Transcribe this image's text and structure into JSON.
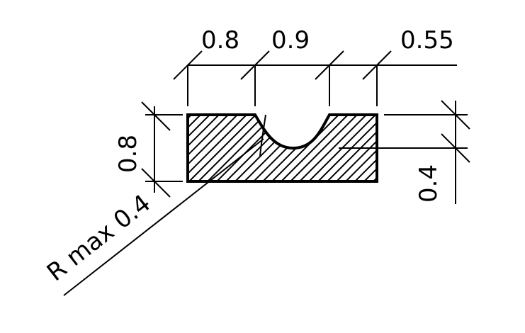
{
  "drawing": {
    "dimensions": {
      "top_left_width": "0.8",
      "groove_width": "0.9",
      "top_right_width": "0.55",
      "part_height": "0.8",
      "groove_depth": "0.4",
      "radius_note": "R max 0.4"
    },
    "colors": {
      "stroke": "#000000",
      "background": "#ffffff"
    }
  }
}
